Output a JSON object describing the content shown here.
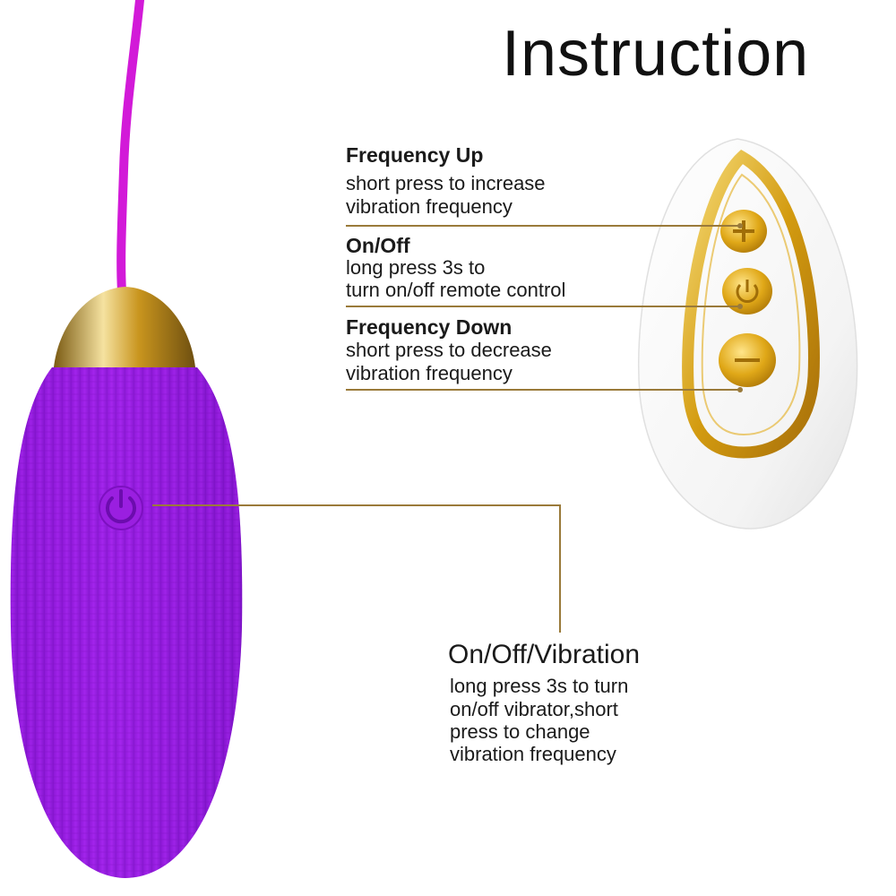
{
  "title": "Instruction",
  "remote": {
    "frequency_up": {
      "heading": "Frequency Up",
      "line1": "short press to increase",
      "line2": "vibration frequency"
    },
    "on_off": {
      "heading": "On/Off",
      "line1": "long press 3s to",
      "line2": "turn on/off remote control"
    },
    "frequency_down": {
      "heading": "Frequency Down",
      "line1": "short press to decrease",
      "line2": "vibration frequency"
    }
  },
  "device": {
    "heading": "On/Off/Vibration",
    "line1": "long press 3s to turn",
    "line2": "on/off vibrator,short",
    "line3": "press to change",
    "line4": "vibration frequency"
  },
  "icons": [
    "power-icon",
    "plus-icon",
    "minus-icon"
  ],
  "colors": {
    "device_purple": "#9b1fe0",
    "gold": "#d4a11e",
    "leader_line": "#9a7a3a",
    "cord_magenta": "#d21ad8"
  }
}
